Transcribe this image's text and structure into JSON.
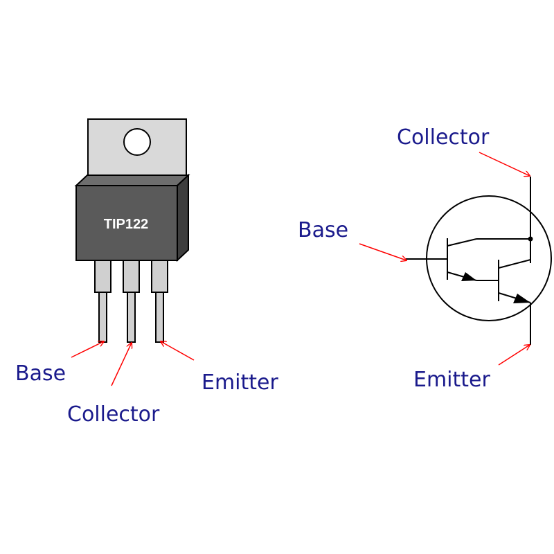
{
  "package": {
    "part_number": "TIP122",
    "pins": [
      "Base",
      "Collector",
      "Emitter"
    ]
  },
  "schematic": {
    "collector_label": "Collector",
    "base_label": "Base",
    "emitter_label": "Emitter"
  },
  "colors": {
    "label_text": "#1a1a8c",
    "arrow": "#ff0000",
    "tab": "#d9d9d9",
    "body": "#5a5a5a",
    "leg": "#d0d0d0",
    "outline": "#000000"
  }
}
